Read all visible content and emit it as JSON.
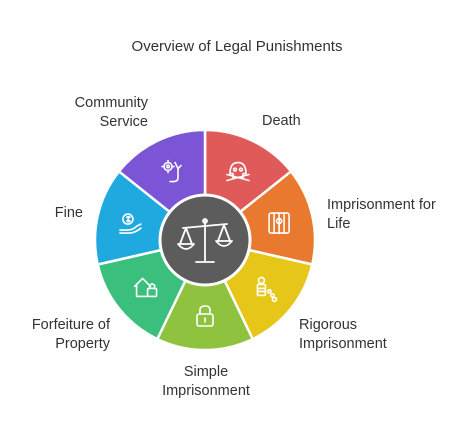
{
  "diagram": {
    "title": "Overview of Legal Punishments",
    "center_icon": "scales-of-justice-icon",
    "center_color": "#5c5c5c",
    "segments": [
      {
        "id": "death",
        "label_lines": [
          "Death"
        ],
        "color": "#e05a5a",
        "icon": "pirate-skull-icon"
      },
      {
        "id": "life",
        "label_lines": [
          "Imprisonment for",
          "Life"
        ],
        "color": "#e8792e",
        "icon": "jail-bars-icon"
      },
      {
        "id": "rigorous",
        "label_lines": [
          "Rigorous",
          "Imprisonment"
        ],
        "color": "#e6c619",
        "icon": "prisoner-chain-icon"
      },
      {
        "id": "simple",
        "label_lines": [
          "Simple",
          "Imprisonment"
        ],
        "color": "#8fc23f",
        "icon": "padlock-icon"
      },
      {
        "id": "forfeiture",
        "label_lines": [
          "Forfeiture of",
          "Property"
        ],
        "color": "#3bbf7c",
        "icon": "house-lock-icon"
      },
      {
        "id": "fine",
        "label_lines": [
          "Fine"
        ],
        "color": "#1fa9de",
        "icon": "money-hand-icon"
      },
      {
        "id": "community",
        "label_lines": [
          "Community",
          "Service"
        ],
        "color": "#7b55d6",
        "icon": "gear-hand-icon"
      }
    ]
  }
}
